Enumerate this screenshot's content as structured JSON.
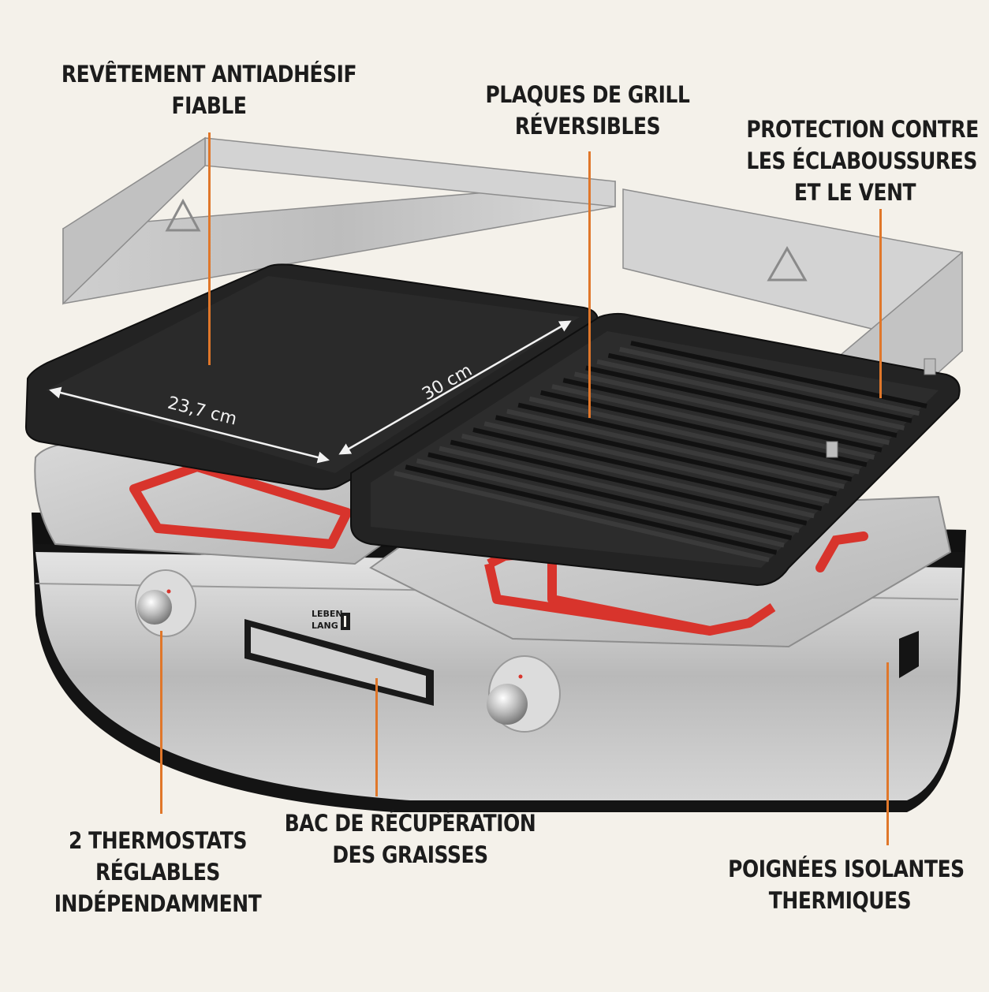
{
  "callouts": {
    "coating": [
      "REVÊTEMENT ANTIADHÉSIF",
      "FIABLE"
    ],
    "plates": [
      "PLAQUES DE GRILL",
      "RÉVERSIBLES"
    ],
    "splash": [
      "PROTECTION CONTRE",
      "LES ÉCLABOUSSURES",
      "ET LE VENT"
    ],
    "thermostats": [
      "2 THERMOSTATS",
      "RÉGLABLES",
      "INDÉPENDAMMENT"
    ],
    "drip_tray": [
      "BAC DE RÉCUPÉRATION",
      "DES GRAISSES"
    ],
    "handles": [
      "POIGNÉES ISOLANTES",
      "THERMIQUES"
    ]
  },
  "dimensions": {
    "width_label": "23,7 cm",
    "length_label": "30 cm"
  },
  "logo": {
    "line1": "LEBEN",
    "line2": "LANG"
  },
  "colors": {
    "background": "#f4f1ea",
    "leader": "#e0772a",
    "plate": "#232323",
    "handle": "#d8342c",
    "steel": "#c9c9c9"
  }
}
